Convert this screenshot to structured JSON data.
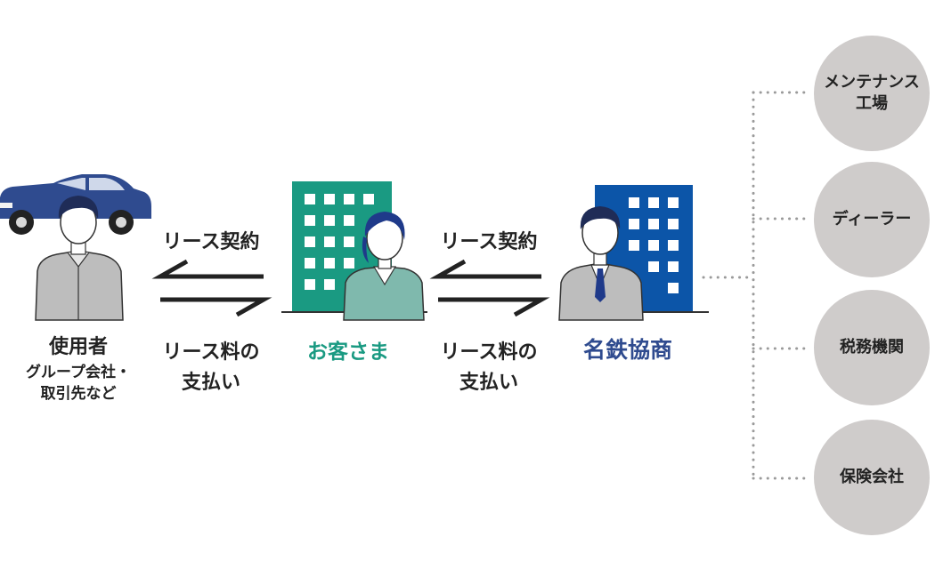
{
  "user": {
    "title": "使用者",
    "sub_line1": "グループ会社・",
    "sub_line2": "取引先など"
  },
  "left_arrows": {
    "top_label": "リース契約",
    "bottom_line1": "リース料の",
    "bottom_line2": "支払い"
  },
  "customer": {
    "label": "お客さま"
  },
  "right_arrows": {
    "top_label": "リース契約",
    "bottom_line1": "リース料の",
    "bottom_line2": "支払い"
  },
  "company": {
    "label": "名鉄協商"
  },
  "partners": [
    {
      "line1": "メンテナンス",
      "line2": "工場"
    },
    {
      "line1": "ディーラー",
      "line2": ""
    },
    {
      "line1": "税務機関",
      "line2": ""
    },
    {
      "line1": "保険会社",
      "line2": ""
    }
  ],
  "colors": {
    "teal": "#1a9a82",
    "navy": "#2f4b8f",
    "blue": "#0c55a8",
    "circle": "#cfcccb",
    "arrow": "#222222"
  }
}
